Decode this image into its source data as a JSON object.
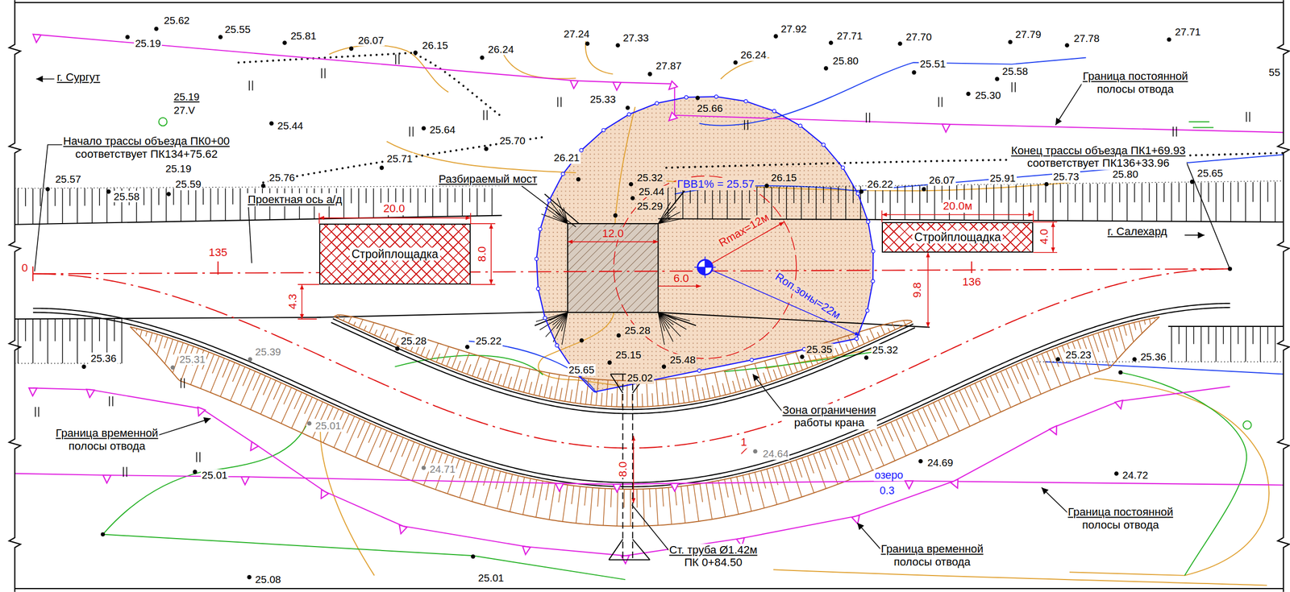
{
  "diagram": {
    "nodes": [
      {
        "text": [
          "Стройплощадка"
        ]
      },
      {
        "text": [
          "Стройплощадка"
        ]
      }
    ],
    "labels": [
      "25.62",
      "25.19",
      "25.55",
      "25.81",
      "26.07",
      "26.15",
      "26.24",
      "27.24",
      "27.33",
      "27.87",
      "26.24",
      "27.92",
      "27.71",
      "27.70",
      "27.79",
      "27.78",
      "27.71",
      "25.80",
      "25.51",
      "25.58",
      "55",
      "25.30",
      "25.33",
      "25.66",
      "25.19",
      "27.V",
      "25.44",
      "25.64",
      "25.70",
      "25.71",
      "25.19",
      "26.21",
      "25.32",
      "25.44",
      "25.29",
      "26.15",
      "26.22",
      "26.07",
      "25.91",
      "25.73",
      "25.80",
      "25.65",
      "25.57",
      "25.58",
      "25.59",
      "25.76",
      "25.36",
      "25.31",
      "25.39",
      "25.28",
      "25.22",
      "25.28",
      "25.65",
      "25.15",
      "25.48",
      "25.02",
      "25.35",
      "25.32",
      "25.23",
      "25.36",
      "25.01",
      "24.71",
      "25.01",
      "24.64",
      "24.69",
      "24.72",
      "25.08",
      "25.01",
      "озеро",
      "0.3",
      "г. Сургут",
      "г. Салехард",
      "Начало трассы объезда ПК0+00 соответствует ПК134+75.62",
      "Конец трассы объезда ПК1+69.93 соответствует ПК136+33.96",
      "Граница постоянной полосы отвода",
      "Граница постоянной полосы отвода",
      "Граница временной полосы отвода",
      "Граница временной полосы отвода",
      "Зона ограничения работы крана",
      "Ст. труба Ø1.42м ПК 0+84.50",
      "Разбираемый мост",
      "Проектная ось а/д",
      "135",
      "136",
      "0",
      "20.0",
      "8.0",
      "4.3",
      "12.0",
      "6.0",
      "Rmax=12м",
      "Rоп.зоны=22м",
      "ГВВ1% = 25.57",
      "20.0м",
      "4.0",
      "9.8",
      "8.0",
      "1"
    ]
  }
}
